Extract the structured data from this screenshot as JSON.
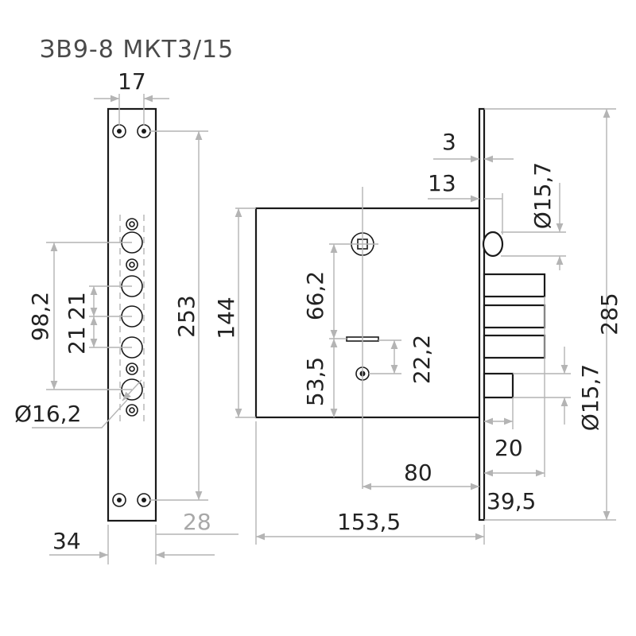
{
  "title": "ЗВ9-8 МКТ3/15",
  "dimensions": {
    "strip_width": "17",
    "strip_screw_spacing": "253",
    "strip_span": "98,2",
    "strip_step_a": "21",
    "strip_step_b": "21",
    "strip_hole_diameter": "Ø16,2",
    "strip_offset": "34",
    "strip_thickness": "28",
    "body_height": "144",
    "body_width": "153,5",
    "handle_to_key": "66,2",
    "key_offset": "53,5",
    "key_to_center": "22,2",
    "spindle_to_face": "80",
    "faceplate_thickness": "3",
    "bolt_offset": "13",
    "latch_diameter_top": "Ø15,7",
    "bolt_diameter_bottom": "Ø15,7",
    "faceplate_height": "285",
    "bolt_throw": "20",
    "bolt_projection": "39,5"
  },
  "colors": {
    "outline": "#1a1a1a",
    "dimension_line": "#b4b4b4",
    "title": "#4a4a4a"
  }
}
